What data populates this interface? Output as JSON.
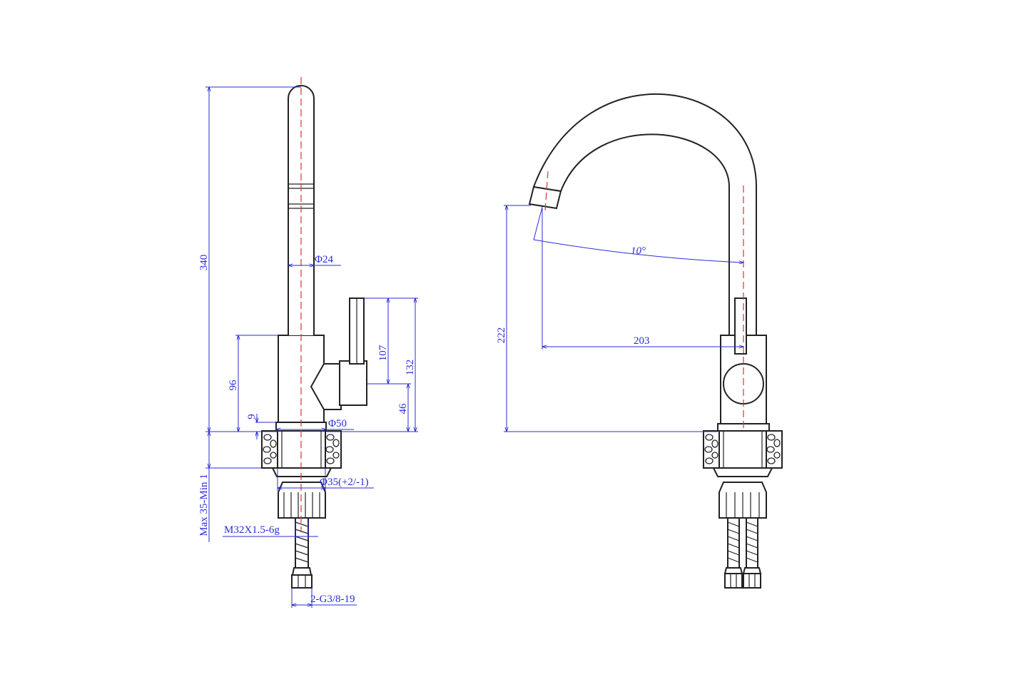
{
  "colors": {
    "outline": "#222222",
    "dimension": "#2b2bd6",
    "centerline": "#e0303a",
    "background": "#ffffff"
  },
  "side_view": {
    "dim_height": "340",
    "dim_spout_diameter": "Φ24",
    "dim_body_height": "96",
    "dim_base_ring": "9",
    "dim_base_diameter": "Φ50",
    "dim_handle_length": "107",
    "dim_handle_total": "132",
    "dim_handle_offset": "46",
    "dim_hole_diameter": "Φ35(+2/-1)",
    "dim_deck_thickness": "Max  35-Min  1",
    "dim_thread": "M32X1.5-6g",
    "dim_hose": "2-G3/8-19"
  },
  "front_view": {
    "dim_angle": "10°",
    "dim_reach": "203",
    "dim_spout_height": "222"
  }
}
